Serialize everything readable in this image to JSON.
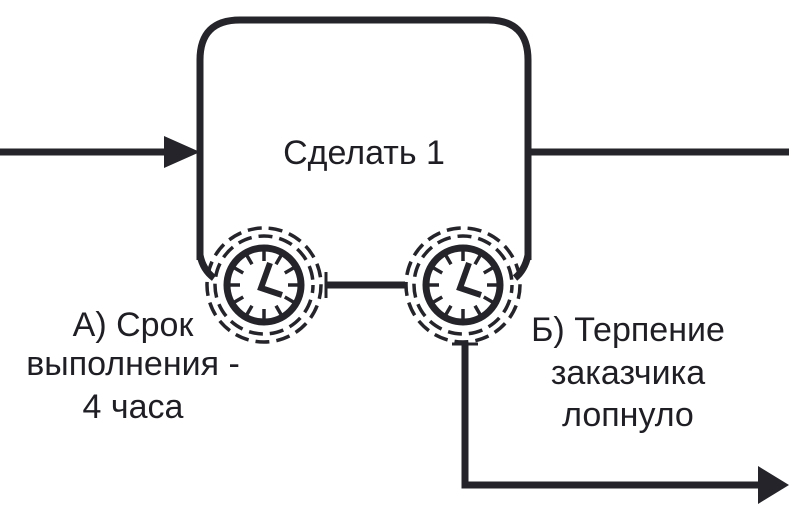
{
  "diagram": {
    "task": {
      "label": "Сделать 1"
    },
    "events": [
      {
        "id": "a",
        "icon": "timer-icon",
        "lines": [
          "А) Срок",
          "выполнения -",
          "4 часа"
        ]
      },
      {
        "id": "b",
        "icon": "timer-icon",
        "lines": [
          "Б) Терпение",
          "заказчика",
          "лопнуло"
        ]
      }
    ],
    "colors": {
      "stroke": "#24242a",
      "background": "#ffffff"
    }
  }
}
